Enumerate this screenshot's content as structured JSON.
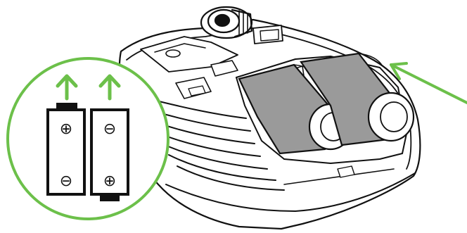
{
  "colors": {
    "accent_green": "#6cc04a",
    "outline": "#111111",
    "battery_fill": "#9a9a9a",
    "background": "#ffffff"
  },
  "inset": {
    "batteries": [
      {
        "top_symbol": "⊕",
        "bottom_symbol": "⊖",
        "direction": "up"
      },
      {
        "top_symbol": "⊖",
        "bottom_symbol": "⊕",
        "direction": "up"
      }
    ]
  },
  "icons": [
    "up-arrow-icon",
    "right-arrow-icon",
    "mouse-underside-illustration"
  ]
}
